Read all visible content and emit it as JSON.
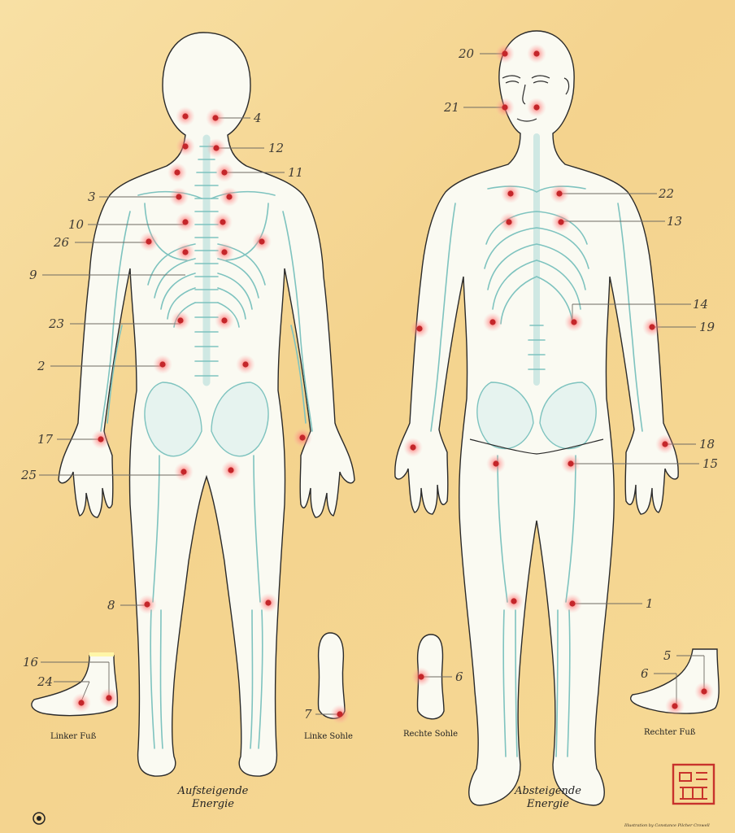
{
  "figure": {
    "left_title": [
      "Aufsteigende",
      "Energie"
    ],
    "right_title": [
      "Absteigende",
      "Energie"
    ],
    "captions": {
      "left_foot": "Linker Fuß",
      "left_sole": "Linke Sohle",
      "right_sole": "Rechte Sohle",
      "right_foot": "Rechter Fuß"
    },
    "credit": "Illustration by Constance Pilcher Crowell",
    "accent_colors": {
      "point": "#c4262a",
      "glow": "#ff6d6d",
      "bones": "#7ec3bf",
      "background": "#f6d896"
    }
  },
  "labels": [
    {
      "id": "back-4",
      "text": "4"
    },
    {
      "id": "back-12",
      "text": "12"
    },
    {
      "id": "back-11",
      "text": "11"
    },
    {
      "id": "back-3",
      "text": "3"
    },
    {
      "id": "back-10",
      "text": "10"
    },
    {
      "id": "back-26",
      "text": "26"
    },
    {
      "id": "back-9",
      "text": "9"
    },
    {
      "id": "back-23",
      "text": "23"
    },
    {
      "id": "back-2",
      "text": "2"
    },
    {
      "id": "back-17",
      "text": "17"
    },
    {
      "id": "back-25",
      "text": "25"
    },
    {
      "id": "back-8",
      "text": "8"
    },
    {
      "id": "foot-16",
      "text": "16"
    },
    {
      "id": "foot-24",
      "text": "24"
    },
    {
      "id": "sole-7",
      "text": "7"
    },
    {
      "id": "front-20",
      "text": "20"
    },
    {
      "id": "front-21",
      "text": "21"
    },
    {
      "id": "front-22",
      "text": "22"
    },
    {
      "id": "front-13",
      "text": "13"
    },
    {
      "id": "front-14",
      "text": "14"
    },
    {
      "id": "front-19",
      "text": "19"
    },
    {
      "id": "front-18",
      "text": "18"
    },
    {
      "id": "front-15",
      "text": "15"
    },
    {
      "id": "front-1",
      "text": "1"
    },
    {
      "id": "sole-6",
      "text": "6"
    },
    {
      "id": "foot-5",
      "text": "5"
    },
    {
      "id": "foot-6",
      "text": "6"
    }
  ]
}
